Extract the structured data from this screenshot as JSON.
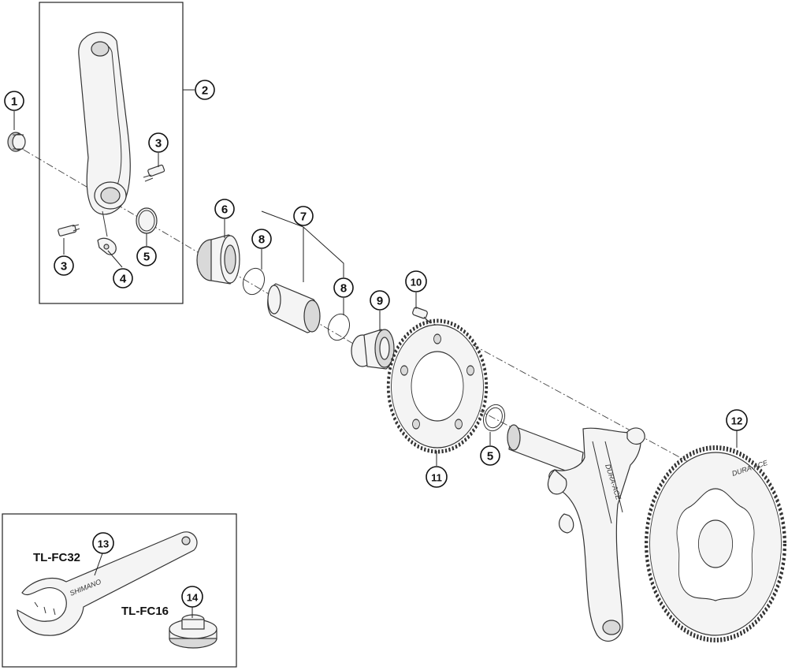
{
  "callouts": {
    "c1": "1",
    "c2": "2",
    "c3a": "3",
    "c3b": "3",
    "c4": "4",
    "c5a": "5",
    "c5b": "5",
    "c6": "6",
    "c7": "7",
    "c8a": "8",
    "c8b": "8",
    "c9": "9",
    "c10": "10",
    "c11": "11",
    "c12": "12",
    "c13": "13",
    "c14": "14"
  },
  "tools": {
    "tl_fc32": "TL-FC32",
    "tl_fc16": "TL-FC16"
  },
  "branding": {
    "crank_text": "DURA-ACE",
    "ring_text": "DURA-ACE",
    "wrench_text": "SHIMANO"
  }
}
